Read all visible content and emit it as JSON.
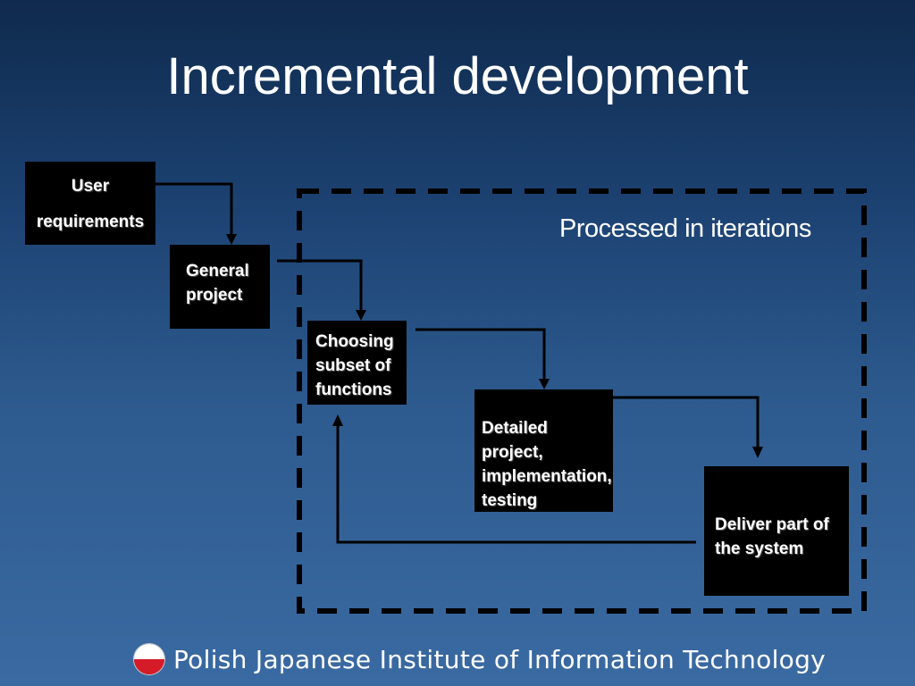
{
  "slide": {
    "title": "Incremental development",
    "iteration_label": "Processed in iterations"
  },
  "boxes": {
    "user_requirements": [
      "User",
      "requirements"
    ],
    "general_project": [
      "General",
      "project"
    ],
    "choosing_subset": [
      "Choosing",
      "subset of",
      "functions"
    ],
    "detailed_project": [
      "Detailed project,",
      "implementation,",
      "testing"
    ],
    "deliver_part": [
      "Deliver part of",
      "the system"
    ]
  },
  "footer": {
    "institute": "Polish Japanese Institute of Information Technology",
    "logo_icon": "pjiit-flag-logo-icon"
  },
  "colors": {
    "box_fill": "#000000",
    "text": "#ffffff",
    "logo_red": "#d51b27"
  }
}
